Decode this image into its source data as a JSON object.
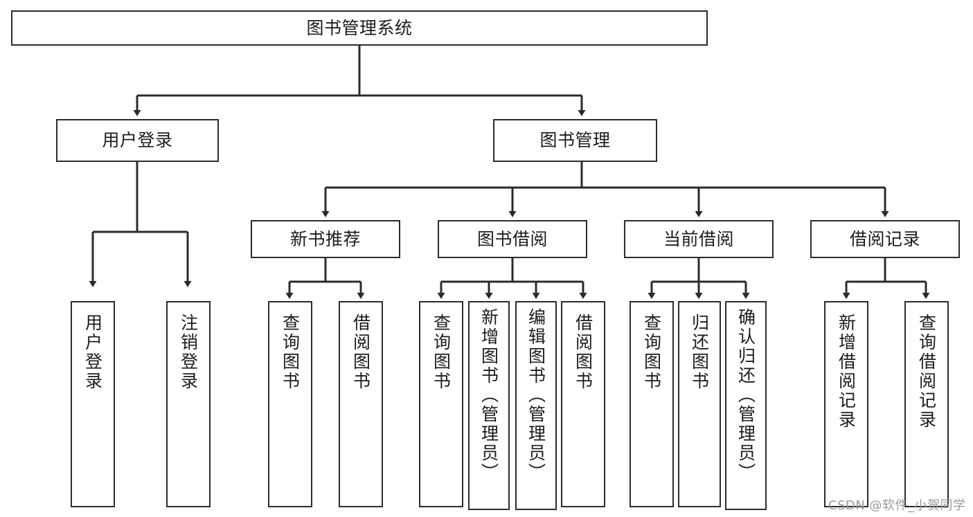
{
  "diagram": {
    "title": "图书管理系统",
    "type": "tree-hierarchy",
    "watermark": "CSDN @软件_小贺同学",
    "colors": {
      "stroke": "#2b2b2b",
      "fill": "#ffffff",
      "text": "#1c1c1c",
      "watermark": "#9a9a9a",
      "background": "#ffffff"
    },
    "nodes": {
      "root": {
        "label": "图书管理系统"
      },
      "level2": [
        {
          "id": "user-login",
          "label": "用户登录"
        },
        {
          "id": "book-manage",
          "label": "图书管理"
        }
      ],
      "level3": [
        {
          "id": "new-book-recommend",
          "label": "新书推荐"
        },
        {
          "id": "book-borrow",
          "label": "图书借阅"
        },
        {
          "id": "current-borrow",
          "label": "当前借阅"
        },
        {
          "id": "borrow-record",
          "label": "借阅记录"
        }
      ],
      "leaves": {
        "user_login": [
          {
            "id": "leaf-user-login",
            "label": "用户登录"
          },
          {
            "id": "leaf-logout",
            "label": "注销登录"
          }
        ],
        "new_book_recommend": [
          {
            "id": "leaf-query-book-1",
            "label": "查询图书"
          },
          {
            "id": "leaf-borrow-book-1",
            "label": "借阅图书"
          }
        ],
        "book_borrow": [
          {
            "id": "leaf-query-book-2",
            "label": "查询图书"
          },
          {
            "id": "leaf-add-book",
            "label": "新增图书（管理员）"
          },
          {
            "id": "leaf-edit-book",
            "label": "编辑图书（管理员）"
          },
          {
            "id": "leaf-borrow-book-2",
            "label": "借阅图书"
          }
        ],
        "current_borrow": [
          {
            "id": "leaf-query-book-3",
            "label": "查询图书"
          },
          {
            "id": "leaf-return-book",
            "label": "归还图书"
          },
          {
            "id": "leaf-confirm-return",
            "label": "确认归还（管理员）"
          }
        ],
        "borrow_record": [
          {
            "id": "leaf-add-record",
            "label": "新增借阅记录"
          },
          {
            "id": "leaf-query-record",
            "label": "查询借阅记录"
          }
        ]
      }
    },
    "edges": [
      {
        "from": "图书管理系统",
        "to": "用户登录"
      },
      {
        "from": "图书管理系统",
        "to": "图书管理"
      },
      {
        "from": "用户登录",
        "to": "用户登录"
      },
      {
        "from": "用户登录",
        "to": "注销登录"
      },
      {
        "from": "图书管理",
        "to": "新书推荐"
      },
      {
        "from": "图书管理",
        "to": "图书借阅"
      },
      {
        "from": "图书管理",
        "to": "当前借阅"
      },
      {
        "from": "图书管理",
        "to": "借阅记录"
      },
      {
        "from": "新书推荐",
        "to": "查询图书"
      },
      {
        "from": "新书推荐",
        "to": "借阅图书"
      },
      {
        "from": "图书借阅",
        "to": "查询图书"
      },
      {
        "from": "图书借阅",
        "to": "新增图书（管理员）"
      },
      {
        "from": "图书借阅",
        "to": "编辑图书（管理员）"
      },
      {
        "from": "图书借阅",
        "to": "借阅图书"
      },
      {
        "from": "当前借阅",
        "to": "查询图书"
      },
      {
        "from": "当前借阅",
        "to": "归还图书"
      },
      {
        "from": "当前借阅",
        "to": "确认归还（管理员）"
      },
      {
        "from": "借阅记录",
        "to": "新增借阅记录"
      },
      {
        "from": "借阅记录",
        "to": "查询借阅记录"
      }
    ]
  }
}
